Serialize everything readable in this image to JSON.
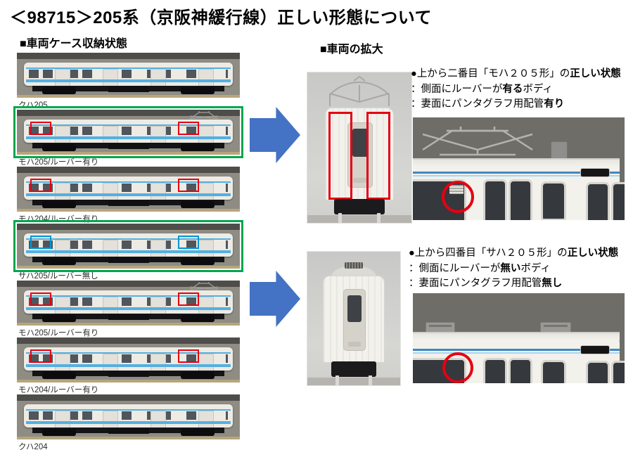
{
  "title": "＜98715＞205系（京阪神緩行線）正しい形態について",
  "left_section": {
    "heading": "■車両ケース収納状態",
    "cars": [
      {
        "label": "クハ205",
        "outline": "none",
        "mark": "none",
        "pantograph": false
      },
      {
        "label": "モハ205/ルーバー有り",
        "outline": "green",
        "mark": "red",
        "pantograph": true
      },
      {
        "label": "モハ204/ルーバー有り",
        "outline": "none",
        "mark": "red",
        "pantograph": false
      },
      {
        "label": "サハ205/ルーバー無し",
        "outline": "green",
        "mark": "blue",
        "pantograph": false
      },
      {
        "label": "モハ205/ルーバー有り",
        "outline": "none",
        "mark": "red",
        "pantograph": true
      },
      {
        "label": "モハ204/ルーバー有り",
        "outline": "none",
        "mark": "red",
        "pantograph": false
      },
      {
        "label": "クハ204",
        "outline": "none",
        "mark": "none",
        "pantograph": false
      }
    ]
  },
  "right_section": {
    "heading": "■車両の拡大",
    "groups": [
      {
        "lines": [
          {
            "pre": "●上から二番目「モハ２０５形」の",
            "bold": "正しい状態",
            "post": ""
          },
          {
            "pre": "：側面にルーバーが",
            "bold": "有る",
            "post": "ボディ"
          },
          {
            "pre": "：妻面にパンタグラフ用配管",
            "bold": "有り",
            "post": ""
          }
        ]
      },
      {
        "lines": [
          {
            "pre": "●上から四番目「サハ２０５形」の",
            "bold": "正しい状態",
            "post": ""
          },
          {
            "pre": "：側面にルーバーが",
            "bold": "無い",
            "post": "ボディ"
          },
          {
            "pre": "：妻面にパンタグラフ用配管",
            "bold": "無し",
            "post": ""
          }
        ]
      }
    ]
  },
  "colors": {
    "arrow-blue": "#4472C4",
    "highlight-green": "#00A650",
    "highlight-red": "#E60012",
    "highlight-blue": "#0096D6",
    "stripe-blue": "#55AFE0"
  }
}
